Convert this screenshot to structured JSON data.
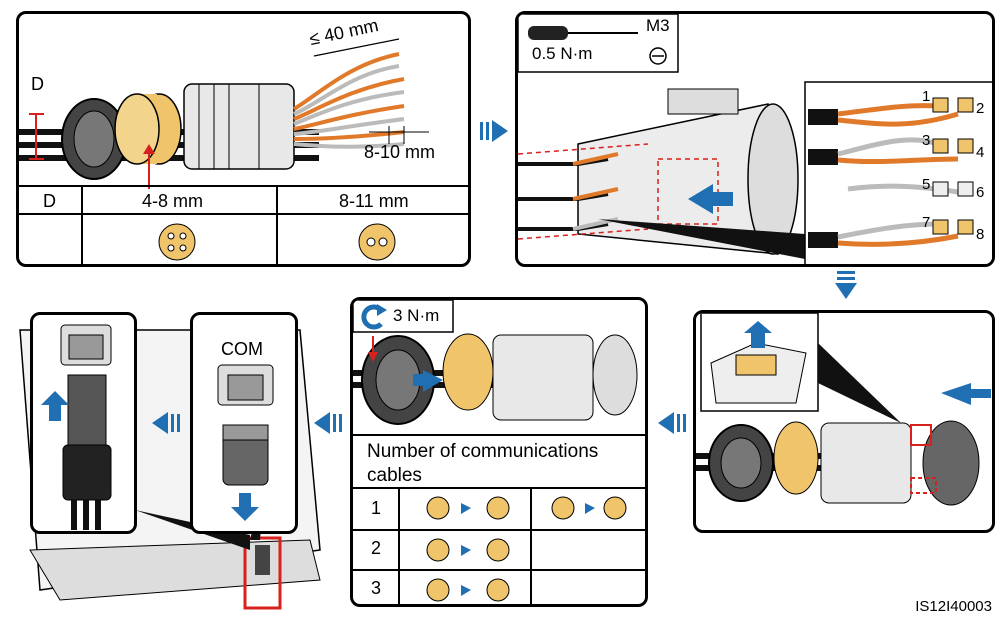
{
  "figure_id": "IS12I40003",
  "colors": {
    "orange": "#e07a2a",
    "arrow_blue": "#1f6fb2",
    "guide_red": "#d8201d",
    "seal_yellow": "#f0c46a"
  },
  "panel1": {
    "label_d": "D",
    "strip_length": "≤ 40 mm",
    "wire_strip": "8-10 mm",
    "table": {
      "header": "D",
      "col1": "4-8 mm",
      "col2": "8-11 mm"
    }
  },
  "panel2": {
    "tool": "M3",
    "torque": "0.5 N·m",
    "pins": [
      "1",
      "2",
      "3",
      "4",
      "5",
      "6",
      "7",
      "8"
    ]
  },
  "panel4": {
    "torque": "3 N·m",
    "table_title": "Number of communications cables",
    "rows": [
      "1",
      "2",
      "3"
    ]
  },
  "panel5": {
    "port_label": "COM"
  }
}
